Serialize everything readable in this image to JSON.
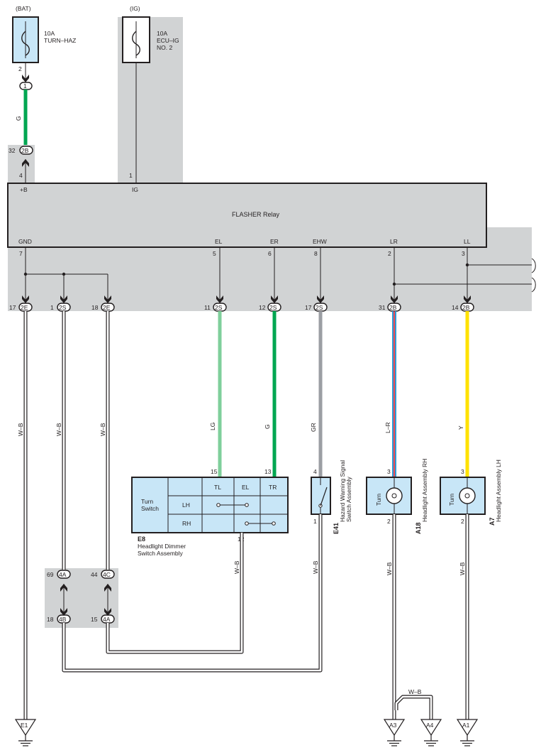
{
  "sources": {
    "bat": {
      "label": "(BAT)",
      "amp": "10A",
      "name": "TURN–HAZ",
      "pin": "2"
    },
    "ig": {
      "label": "(IG)",
      "amp": "10A",
      "name1": "ECU–IG",
      "name2": "NO. 2",
      "pin": "1"
    }
  },
  "connectors": {
    "c1_top": "1",
    "c2b_left": {
      "pin": "32",
      "code": "2B",
      "below_pin": "4"
    },
    "bottom_row": [
      {
        "pin": "17",
        "code": "2E"
      },
      {
        "pin": "1",
        "code": "2S"
      },
      {
        "pin": "18",
        "code": "2E"
      },
      {
        "pin": "11",
        "code": "2S"
      },
      {
        "pin": "12",
        "code": "2S"
      },
      {
        "pin": "17",
        "code": "2S"
      },
      {
        "pin": "31",
        "code": "2B"
      },
      {
        "pin": "14",
        "code": "2B"
      }
    ],
    "lower_left": [
      {
        "pin": "69",
        "code": "4A"
      },
      {
        "pin": "18",
        "code": "4B"
      },
      {
        "pin": "44",
        "code": "4C"
      },
      {
        "pin": "15",
        "code": "4A"
      }
    ]
  },
  "relay": {
    "title": "FLASHER Relay",
    "plus_b": "+B",
    "ig": "IG",
    "terminals": [
      {
        "name": "GND",
        "pin": "7"
      },
      {
        "name": "EL",
        "pin": "5"
      },
      {
        "name": "ER",
        "pin": "6"
      },
      {
        "name": "EHW",
        "pin": "8"
      },
      {
        "name": "LR",
        "pin": "2"
      },
      {
        "name": "LL",
        "pin": "3"
      }
    ]
  },
  "wires": {
    "g_top": "G",
    "wb1": "W–B",
    "wb2": "W–B",
    "wb3": "W–B",
    "lg": "LG",
    "g": "G",
    "gr": "GR",
    "lr": "L–R",
    "y": "Y",
    "wb_e8": "W–B",
    "wb_e41": "W–B",
    "wb_a18": "W–B",
    "wb_a7": "W–B",
    "wb_bridge": "W–B"
  },
  "colors": {
    "shade": "#d1d3d4",
    "component_fill": "#c8e6f7",
    "wire_green": "#00a651",
    "wire_lightgreen": "#7fcf9b",
    "wire_gray": "#9b9ea3",
    "wire_blue": "#2e9bd6",
    "wire_red": "#ed1c24",
    "wire_yellow": "#ffe200"
  },
  "turn_switch": {
    "title1": "Turn",
    "title2": "Switch",
    "col_tl": "TL",
    "col_el": "EL",
    "col_tr": "TR",
    "row_lh": "LH",
    "row_rh": "RH",
    "pin_tl": "15",
    "pin_tr": "13",
    "pin_el": "12",
    "id": "E8",
    "name1": "Headlight Dimmer",
    "name2": "Switch Assembly"
  },
  "hazard_switch": {
    "id": "E41",
    "name1": "Hazard Warning Signal",
    "name2": "Switch Assembly",
    "pin_top": "4",
    "pin_bottom": "1"
  },
  "headlight_rh": {
    "id": "A18",
    "name": "Headlight Assembly RH",
    "lamp": "Turn",
    "pin_top": "3",
    "pin_bottom": "2"
  },
  "headlight_lh": {
    "id": "A7",
    "name": "Headlight Assembly LH",
    "lamp": "Turn",
    "pin_top": "3",
    "pin_bottom": "2"
  },
  "grounds": [
    {
      "code": "E1"
    },
    {
      "code": "A3"
    },
    {
      "code": "A4"
    },
    {
      "code": "A1"
    }
  ]
}
